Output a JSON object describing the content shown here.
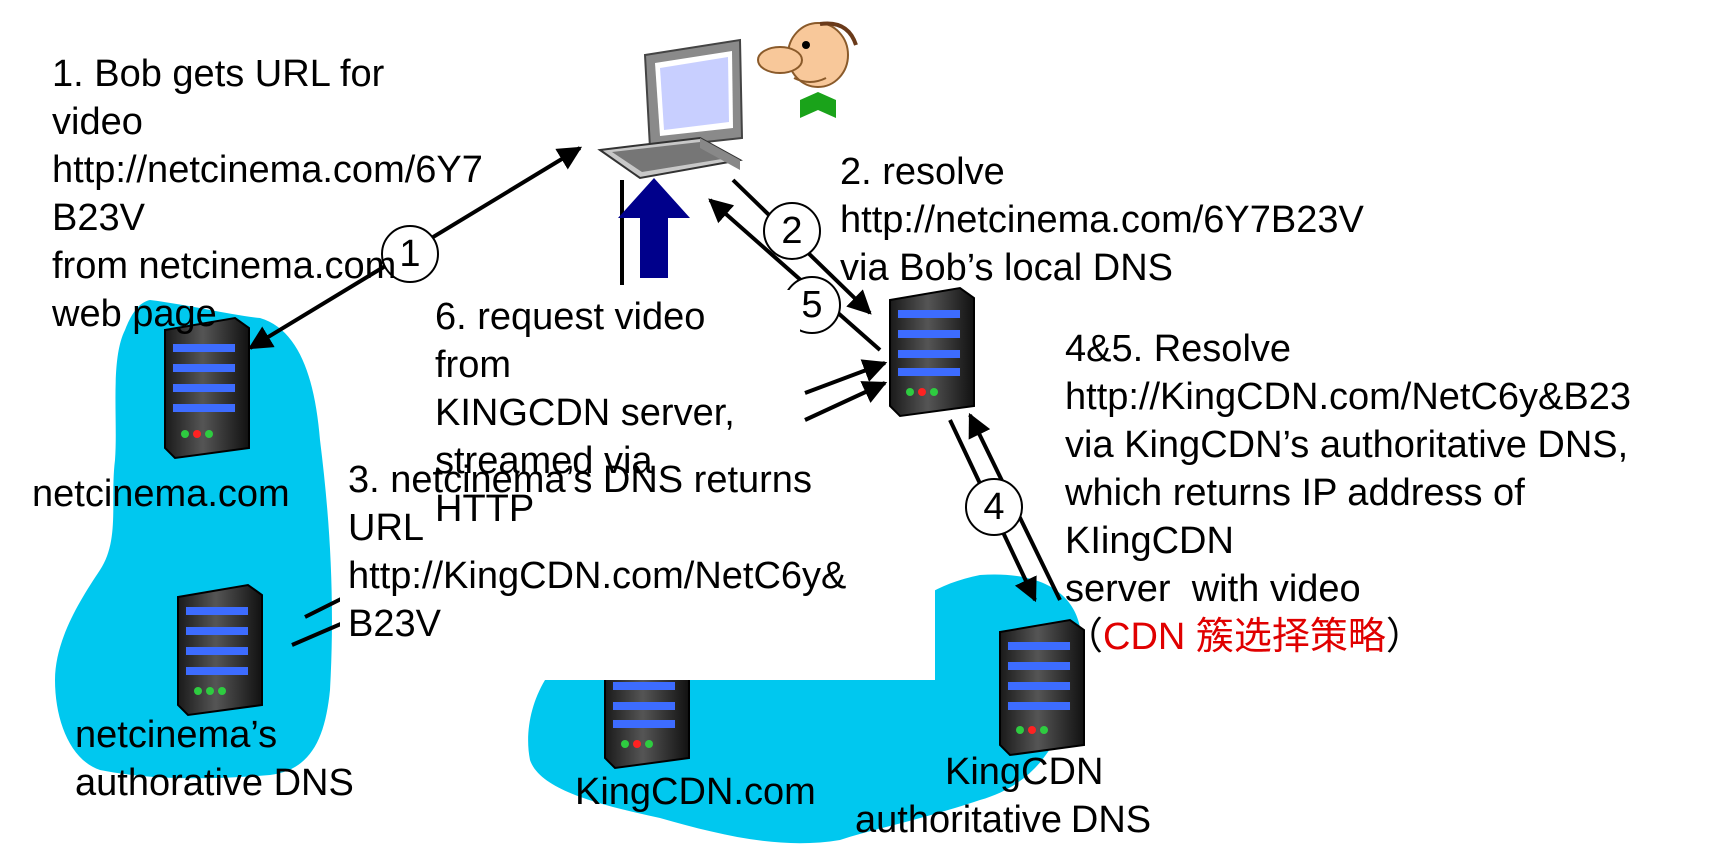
{
  "step1": {
    "lines": [
      "1. Bob gets URL for",
      "video",
      "http://netcinema.com/6Y7",
      "B23V",
      "from netcinema.com",
      "web page"
    ],
    "number": "1"
  },
  "step2": {
    "lines": [
      "2. resolve",
      "http://netcinema.com/6Y7B23V",
      "via Bob’s local DNS"
    ],
    "number": "2"
  },
  "step3": {
    "lines": [
      "3. netcinema’s DNS returns",
      "URL",
      "http://KingCDN.com/NetC6y&",
      "B23V"
    ]
  },
  "step45": {
    "lines": [
      "4&5. Resolve",
      "http://KingCDN.com/NetC6y&B23",
      "via KingCDN’s authoritative DNS,",
      "which returns IP address of",
      "KIingCDN",
      "server  with video"
    ],
    "note_open": "（",
    "note_red": "CDN 簇选择策略",
    "note_close": "）",
    "number4": "4",
    "number5": "5"
  },
  "step6": {
    "lines": [
      "6. request video",
      "from",
      "KINGCDN server,",
      "streamed via",
      "HTTP"
    ]
  },
  "nodes": {
    "netcinema_com": "netcinema.com",
    "netcinema_dns": [
      "netcinema’s",
      "authorative DNS"
    ],
    "kingcdn_com": "KingCDN.com",
    "kingcdn_dns": [
      "KingCDN",
      "authoritative",
      "DNS"
    ]
  },
  "colors": {
    "cloud": "#00c8ef",
    "arrow_blue": "#00008b",
    "note_red": "#e00000"
  },
  "icons": [
    "desktop-computer-icon",
    "bob-face-icon",
    "server-icon"
  ]
}
